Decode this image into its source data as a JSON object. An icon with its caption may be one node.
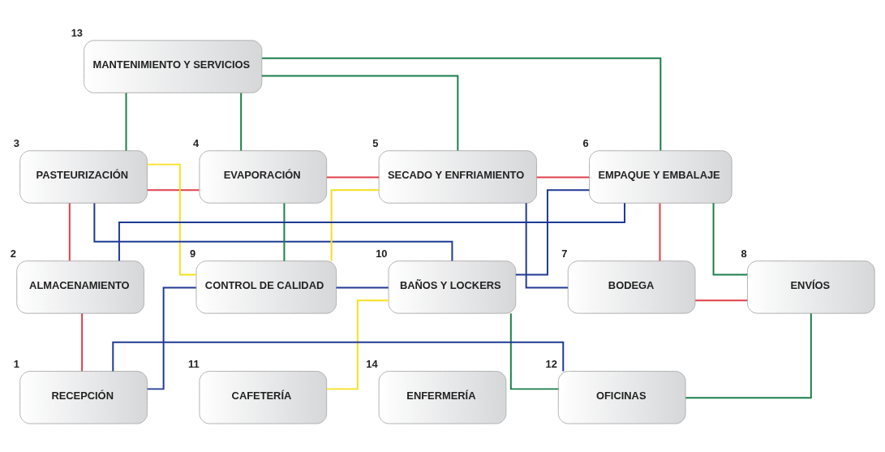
{
  "diagram": {
    "nodes": [
      {
        "text": [
          "MANTENIMIENTO Y SERVICIOS"
        ],
        "beside": [
          "13"
        ]
      },
      {
        "text": [
          "PASTEURIZACIÓN"
        ],
        "beside": [
          "3"
        ]
      },
      {
        "text": [
          "EVAPORACIÓN"
        ],
        "beside": [
          "4"
        ]
      },
      {
        "text": [
          "SECADO Y ENFRIAMIENTO"
        ],
        "beside": [
          "5"
        ]
      },
      {
        "text": [
          "EMPAQUE Y EMBALAJE"
        ],
        "beside": [
          "6"
        ]
      },
      {
        "text": [
          "ALMACENAMIENTO"
        ],
        "beside": [
          "2"
        ]
      },
      {
        "text": [
          "CONTROL DE CALIDAD"
        ],
        "beside": [
          "9"
        ]
      },
      {
        "text": [
          "BAÑOS Y LOCKERS"
        ],
        "beside": [
          "10"
        ]
      },
      {
        "text": [
          "BODEGA"
        ],
        "beside": [
          "7"
        ]
      },
      {
        "text": [
          "ENVÍOS"
        ],
        "beside": [
          "8"
        ]
      },
      {
        "text": [
          "RECEPCIÓN"
        ],
        "beside": [
          "1"
        ]
      },
      {
        "text": [
          "CAFETERÍA"
        ],
        "beside": [
          "11"
        ]
      },
      {
        "text": [
          "ENFERMERÍA"
        ],
        "beside": [
          "14"
        ]
      },
      {
        "text": [
          "OFICINAS"
        ],
        "beside": [
          "12"
        ]
      }
    ],
    "edges": [
      {
        "from": 0,
        "to": 1,
        "arrow": "none",
        "color": "#1a7f4a"
      },
      {
        "from": 0,
        "to": 2,
        "arrow": "none",
        "color": "#1a7f4a"
      },
      {
        "from": 0,
        "to": 3,
        "arrow": "none",
        "color": "#1a7f4a"
      },
      {
        "from": 0,
        "to": 4,
        "arrow": "none",
        "color": "#1a7f4a"
      },
      {
        "from": 1,
        "to": 2,
        "arrow": "none",
        "color": "#e0404a"
      },
      {
        "from": 2,
        "to": 3,
        "arrow": "none",
        "color": "#e0404a"
      },
      {
        "from": 3,
        "to": 4,
        "arrow": "none",
        "color": "#e0404a"
      },
      {
        "from": 5,
        "to": 1,
        "arrow": "none",
        "color": "#e0404a"
      },
      {
        "from": 10,
        "to": 5,
        "arrow": "none",
        "color": "#e0404a"
      },
      {
        "from": 4,
        "to": 8,
        "arrow": "none",
        "color": "#e0404a"
      },
      {
        "from": 8,
        "to": 9,
        "arrow": "none",
        "color": "#e0404a"
      },
      {
        "from": 5,
        "to": 4,
        "arrow": "none",
        "color": "#1f3a93"
      },
      {
        "from": 1,
        "to": 7,
        "arrow": "none",
        "color": "#1f3a93"
      },
      {
        "from": 3,
        "to": 8,
        "arrow": "none",
        "color": "#1f3a93"
      },
      {
        "from": 7,
        "to": 4,
        "arrow": "none",
        "color": "#1f3a93"
      },
      {
        "from": 6,
        "to": 7,
        "arrow": "none",
        "color": "#1f3a93"
      },
      {
        "from": 6,
        "to": 10,
        "arrow": "none",
        "color": "#1f3a93"
      },
      {
        "from": 10,
        "to": 13,
        "arrow": "none",
        "color": "#1f3a93"
      },
      {
        "from": 1,
        "to": 6,
        "arrow": "none",
        "color": "#f5e020"
      },
      {
        "from": 3,
        "to": 6,
        "arrow": "none",
        "color": "#f5e020"
      },
      {
        "from": 7,
        "to": 11,
        "arrow": "none",
        "color": "#f5e020"
      },
      {
        "from": 2,
        "to": 6,
        "arrow": "none",
        "color": "#1a7f4a"
      },
      {
        "from": 4,
        "to": 9,
        "arrow": "none",
        "color": "#1a7f4a"
      },
      {
        "from": 9,
        "to": 13,
        "arrow": "none",
        "color": "#1a7f4a"
      },
      {
        "from": 7,
        "to": 13,
        "arrow": "none",
        "color": "#1a7f4a"
      }
    ]
  }
}
